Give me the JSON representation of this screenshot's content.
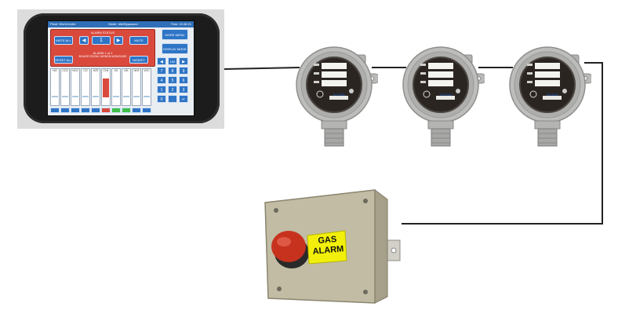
{
  "hmi": {
    "status_left": "Plant: WorkCentre",
    "status_mid": "Mode: Idle/Bypassed",
    "status_right": "Time: 10:46:21",
    "alarm_title": "ALARM STATUS",
    "mute_label": "MUTE ALL",
    "alarm_number": "1",
    "reset_label": "RESET ALL",
    "mute_btn": "MUTE",
    "modify_btn": "MODIFY",
    "alarm_line1": "ALARM 1 of 1",
    "alarm_line2": "BOILER ROOM CARBON MONOXIDE",
    "side_btn1": "MORE MENU",
    "side_btn2": "DISPLAY MODE",
    "key_100": "100",
    "keypad": [
      "7",
      "8",
      "9",
      "4",
      "5",
      "6",
      "1",
      "2",
      "3",
      "0",
      "."
    ],
    "channels": [
      {
        "label": "NO",
        "level": 0.05,
        "state": "normal"
      },
      {
        "label": "CO2",
        "level": 0.05,
        "state": "normal"
      },
      {
        "label": "NO2",
        "level": 0.05,
        "state": "normal"
      },
      {
        "label": "CO",
        "level": 0.05,
        "state": "normal"
      },
      {
        "label": "H2S",
        "level": 0.05,
        "state": "normal"
      },
      {
        "label": "CH4",
        "level": 0.7,
        "state": "alarm"
      },
      {
        "label": "O2",
        "level": 0.05,
        "state": "ok"
      },
      {
        "label": "LEL",
        "level": 0.05,
        "state": "ok"
      },
      {
        "label": "NH3",
        "level": 0.05,
        "state": "normal"
      },
      {
        "label": "VOC",
        "level": 0.05,
        "state": "normal"
      }
    ]
  },
  "colors": {
    "hmi_blue": "#2f75c6",
    "alarm_red": "#d94a3d",
    "ok_green": "#3fbf4a",
    "detector_metal": "#b8b8b6",
    "box_khaki": "#bdb8a0",
    "label_yellow": "#f2f00a",
    "button_red": "#c7321f"
  },
  "detector": {
    "brand": "OLDHAM",
    "count": 3
  },
  "alarm_unit": {
    "label_line1": "GAS",
    "label_line2": "ALARM"
  }
}
